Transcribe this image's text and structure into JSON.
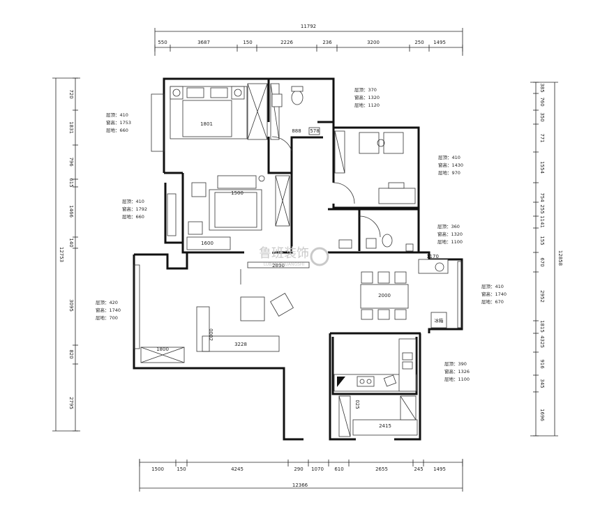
{
  "top_dims": {
    "total": "11792",
    "segments": [
      "550",
      "3687",
      "150",
      "2226",
      "236",
      "3200",
      "250",
      "1495"
    ]
  },
  "bottom_dims": {
    "total": "12366",
    "segments": [
      "1500",
      "150",
      "4245",
      "290",
      "1070",
      "610",
      "2655",
      "245",
      "1495"
    ]
  },
  "left_dims": {
    "total": "12753",
    "segments": [
      "720",
      "1831",
      "796",
      "615",
      "1466",
      "140",
      "3095",
      "820",
      "2795"
    ]
  },
  "right_dims": {
    "total": "12858",
    "segments": [
      "385",
      "760",
      "350",
      "771",
      "1554",
      "754",
      "255",
      "1141",
      "155",
      "670",
      "2952",
      "1815",
      "4325",
      "916",
      "345",
      "1696"
    ]
  },
  "room_specs": {
    "master_bedroom": [
      "层顶：410",
      "窗高：1753",
      "层地：660"
    ],
    "bathroom": [
      "层顶：370",
      "窗高：1320",
      "层地：1120"
    ],
    "bedroom_right": [
      "层顶：410",
      "窗高：1430",
      "层地：970"
    ],
    "bedroom_second": [
      "层顶：410",
      "窗高：1792",
      "层地：660"
    ],
    "toilet": [
      "层顶：360",
      "窗高：1320",
      "层地：1100"
    ],
    "living": [
      "层顶：420",
      "窗高：1740",
      "层地：700"
    ],
    "dining": [
      "层顶：410",
      "窗高：1740",
      "层地：670"
    ],
    "kitchen": [
      "层顶：390",
      "窗高：1326",
      "层地：1100"
    ]
  },
  "furniture_dims": {
    "bed1": "1801",
    "bed2": "1500",
    "desk": "1600",
    "tv_cab": "2890",
    "sofa": "3228",
    "sofa_depth": "0002",
    "cab_left": "1800",
    "table": "2000",
    "counter": "2415",
    "stair": "025",
    "wm_cab": "1170",
    "bath_a": "578",
    "bath_b": "888",
    "fridge_note": "冰箱"
  },
  "watermark": {
    "cn": "鲁班装饰",
    "en": "LUBAN ZHUANGSHI"
  }
}
